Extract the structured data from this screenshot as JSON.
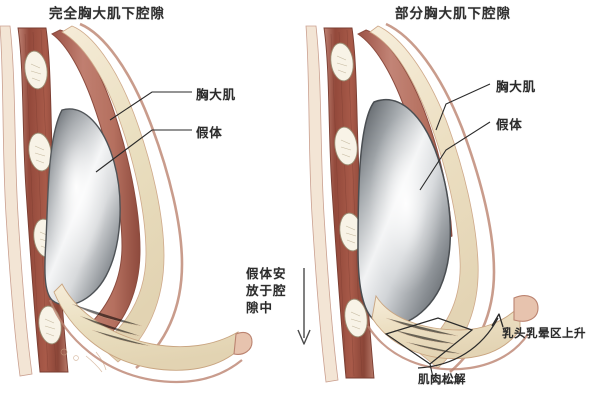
{
  "figure": {
    "kind": "medical-illustration",
    "subject": "breast implant placement cross-section comparison",
    "background_color": "#ffffff"
  },
  "panels": [
    {
      "id": "left",
      "title": "完全胸大肌下腔隙",
      "labels": [
        {
          "id": "pectoralis",
          "text": "胸大肌"
        },
        {
          "id": "implant",
          "text": "假体"
        }
      ]
    },
    {
      "id": "right",
      "title": "部分胸大肌下腔隙",
      "labels": [
        {
          "id": "pectoralis",
          "text": "胸大肌"
        },
        {
          "id": "implant",
          "text": "假体"
        },
        {
          "id": "pocket-note",
          "text": "假体安放于腔隙中"
        },
        {
          "id": "nipple-rise",
          "text": "乳头乳晕区上升"
        },
        {
          "id": "muscle-release",
          "text": "肌肉松解"
        }
      ]
    }
  ],
  "palette": {
    "skin_outline": "#c08878",
    "skin_fill": "#f3e2cf",
    "breast_tissue": "#eddfc2",
    "muscle_dark": "#8d4a3c",
    "muscle_mid": "#b06a5c",
    "muscle_light": "#d4998c",
    "rib_fill": "#f7f2e6",
    "rib_outline": "#9c8f76",
    "implant_light": "#ffffff",
    "implant_mid": "#b9bcc0",
    "implant_dark": "#5d6064",
    "leader_line": "#2a2a2a",
    "text": "#2b2b2b"
  }
}
